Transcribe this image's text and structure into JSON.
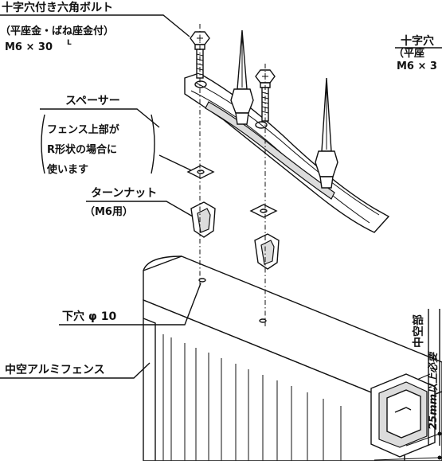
{
  "labels": {
    "bolt_left_title": "十字穴付き六角ボルト",
    "bolt_left_sub": "（平座金・ばね座金付）",
    "bolt_left_size": "M6 × 30",
    "bolt_left_size_sup": "L",
    "bolt_right_title": "十字穴",
    "bolt_right_sub": "（平座",
    "bolt_right_size": "M6 × 3",
    "spacer_title": "スペーサー",
    "spacer_note_1": "フェンス上部が",
    "spacer_note_2": "R形状の場合に",
    "spacer_note_3": "使います",
    "turn_nut_title": "ターンナット",
    "turn_nut_sub": "（M6用）",
    "pilot_hole": "下穴 φ 10",
    "fence_label": "中空アルミフェンス",
    "hollow_label": "中空部",
    "hollow_req": "25mm以上必要"
  }
}
